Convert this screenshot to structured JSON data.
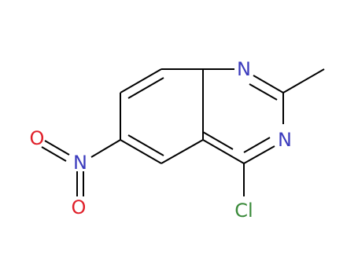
{
  "molecule": {
    "atoms": {
      "n1": {
        "symbol": "N",
        "color": "#3b3bbd"
      },
      "n3": {
        "symbol": "N",
        "color": "#3b3bbd"
      },
      "cl": {
        "symbol": "Cl",
        "color": "#3a8a3a"
      },
      "n_nitro": {
        "symbol": "N",
        "color": "#3b3bbd"
      },
      "o_upper": {
        "symbol": "O",
        "color": "#e0202a"
      },
      "o_lower": {
        "symbol": "O",
        "color": "#e0202a"
      }
    },
    "bond_color": "#000000"
  }
}
